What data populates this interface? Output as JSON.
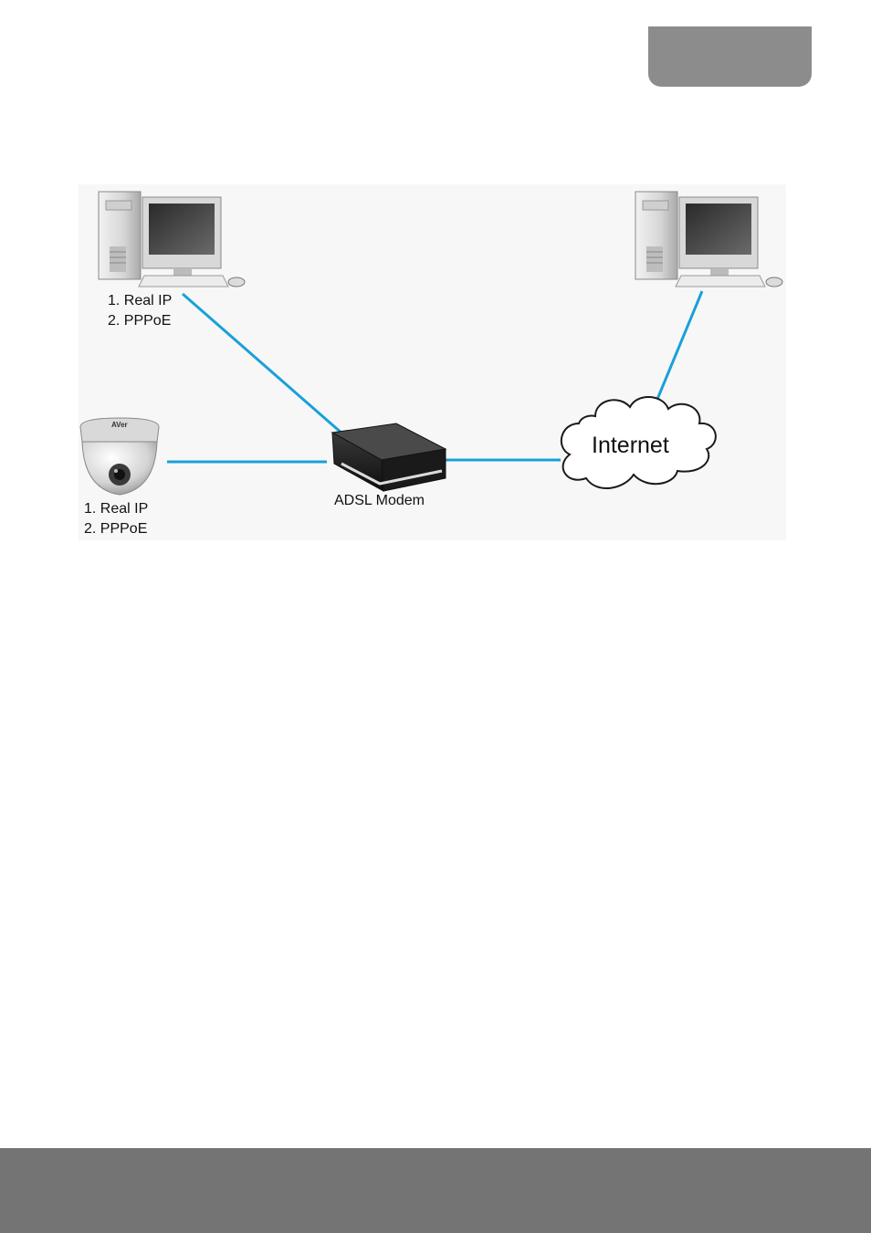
{
  "diagram": {
    "nodes": {
      "pc_left": {
        "lines": [
          "1. Real IP",
          "2. PPPoE"
        ]
      },
      "camera": {
        "lines": [
          "1. Real IP",
          "2. PPPoE"
        ],
        "brand": "AVer"
      },
      "modem": {
        "label": "ADSL Modem"
      },
      "internet": {
        "label": "Internet"
      },
      "pc_right": {}
    },
    "edges": [
      {
        "from": "pc_left",
        "to": "modem"
      },
      {
        "from": "camera",
        "to": "modem"
      },
      {
        "from": "modem",
        "to": "internet"
      },
      {
        "from": "internet",
        "to": "pc_right"
      }
    ],
    "colors": {
      "link": "#1aa0d8",
      "footer": "#747474",
      "tab": "#8c8c8c"
    }
  }
}
